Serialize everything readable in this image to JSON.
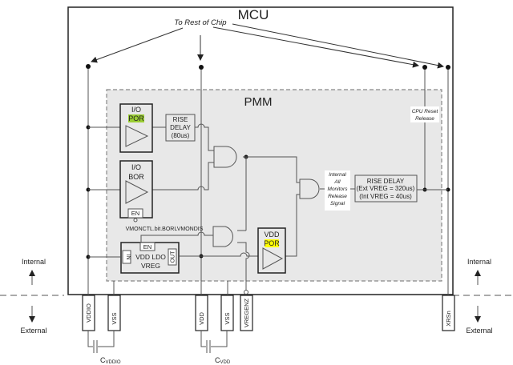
{
  "title": "MCU",
  "pmm_title": "PMM",
  "to_rest_of_chip": "To Rest of Chip",
  "blocks": {
    "io_por": {
      "line1": "I/O",
      "line2": "POR"
    },
    "io_bor": {
      "line1": "I/O",
      "line2": "BOR",
      "en": "EN"
    },
    "rise_delay_small": {
      "line1": "RISE",
      "line2": "DELAY",
      "line3": "(80us)"
    },
    "rise_delay_big": {
      "line1": "RISE DELAY",
      "line2": "(Ext VREG = 320us)",
      "line3": "(Int VREG = 40us)"
    },
    "ldo": {
      "line1": "VDD LDO",
      "line2": "VREG",
      "en": "EN",
      "in": "IN",
      "out": "OUT"
    },
    "vdd_por": {
      "line1": "VDD",
      "line2": "POR"
    }
  },
  "labels": {
    "bor_disable": "VMONCTL.bit.BORLVMONDIS",
    "internal_release": [
      "Internal",
      "All",
      "Monitors",
      "Release",
      "Signal"
    ],
    "cpu_reset": [
      "CPU Reset",
      "Release"
    ],
    "internal": "Internal",
    "external": "External"
  },
  "pins": [
    "VDDIO",
    "VSS",
    "VDD",
    "VSS",
    "VREGENZ",
    "XRSn"
  ],
  "capacitors": [
    {
      "main": "C",
      "sub": "VDDIO"
    },
    {
      "main": "C",
      "sub": "VDD"
    }
  ],
  "colors": {
    "highlight": "#ffff00",
    "highlight_green": "#9acd32",
    "pmm_fill": "#e8e8e8",
    "wire": "#555555"
  }
}
